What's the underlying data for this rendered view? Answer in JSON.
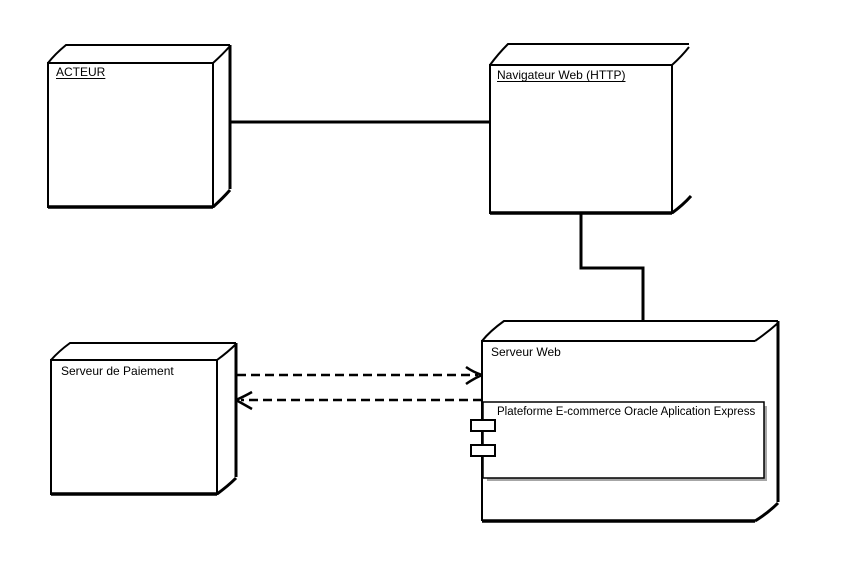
{
  "diagram": {
    "kind": "uml-deployment-diagram",
    "colors": {
      "background": "#ffffff",
      "stroke": "#000000",
      "text": "#000000",
      "component_shadow": "#a6a6a6"
    },
    "nodes": [
      {
        "id": "acteur",
        "label": "ACTEUR",
        "underlined": true
      },
      {
        "id": "navigateur-web",
        "label": "Navigateur Web (HTTP)",
        "underlined": true
      },
      {
        "id": "serveur-paiement",
        "label": "Serveur de Paiement",
        "underlined": false
      },
      {
        "id": "serveur-web",
        "label": "Serveur Web",
        "underlined": false
      }
    ],
    "components": [
      {
        "id": "plateforme",
        "parent": "serveur-web",
        "label": "Plateforme E-commerce Oracle Aplication Express"
      }
    ],
    "connections": [
      {
        "from": "acteur",
        "to": "navigateur-web",
        "style": "solid-line"
      },
      {
        "from": "navigateur-web",
        "to": "serveur-web",
        "style": "solid-elbow-line"
      },
      {
        "from": "serveur-paiement",
        "to": "serveur-web",
        "style": "dashed-open-arrow"
      },
      {
        "from": "serveur-web",
        "to": "serveur-paiement",
        "style": "dashed-open-arrow"
      }
    ]
  }
}
